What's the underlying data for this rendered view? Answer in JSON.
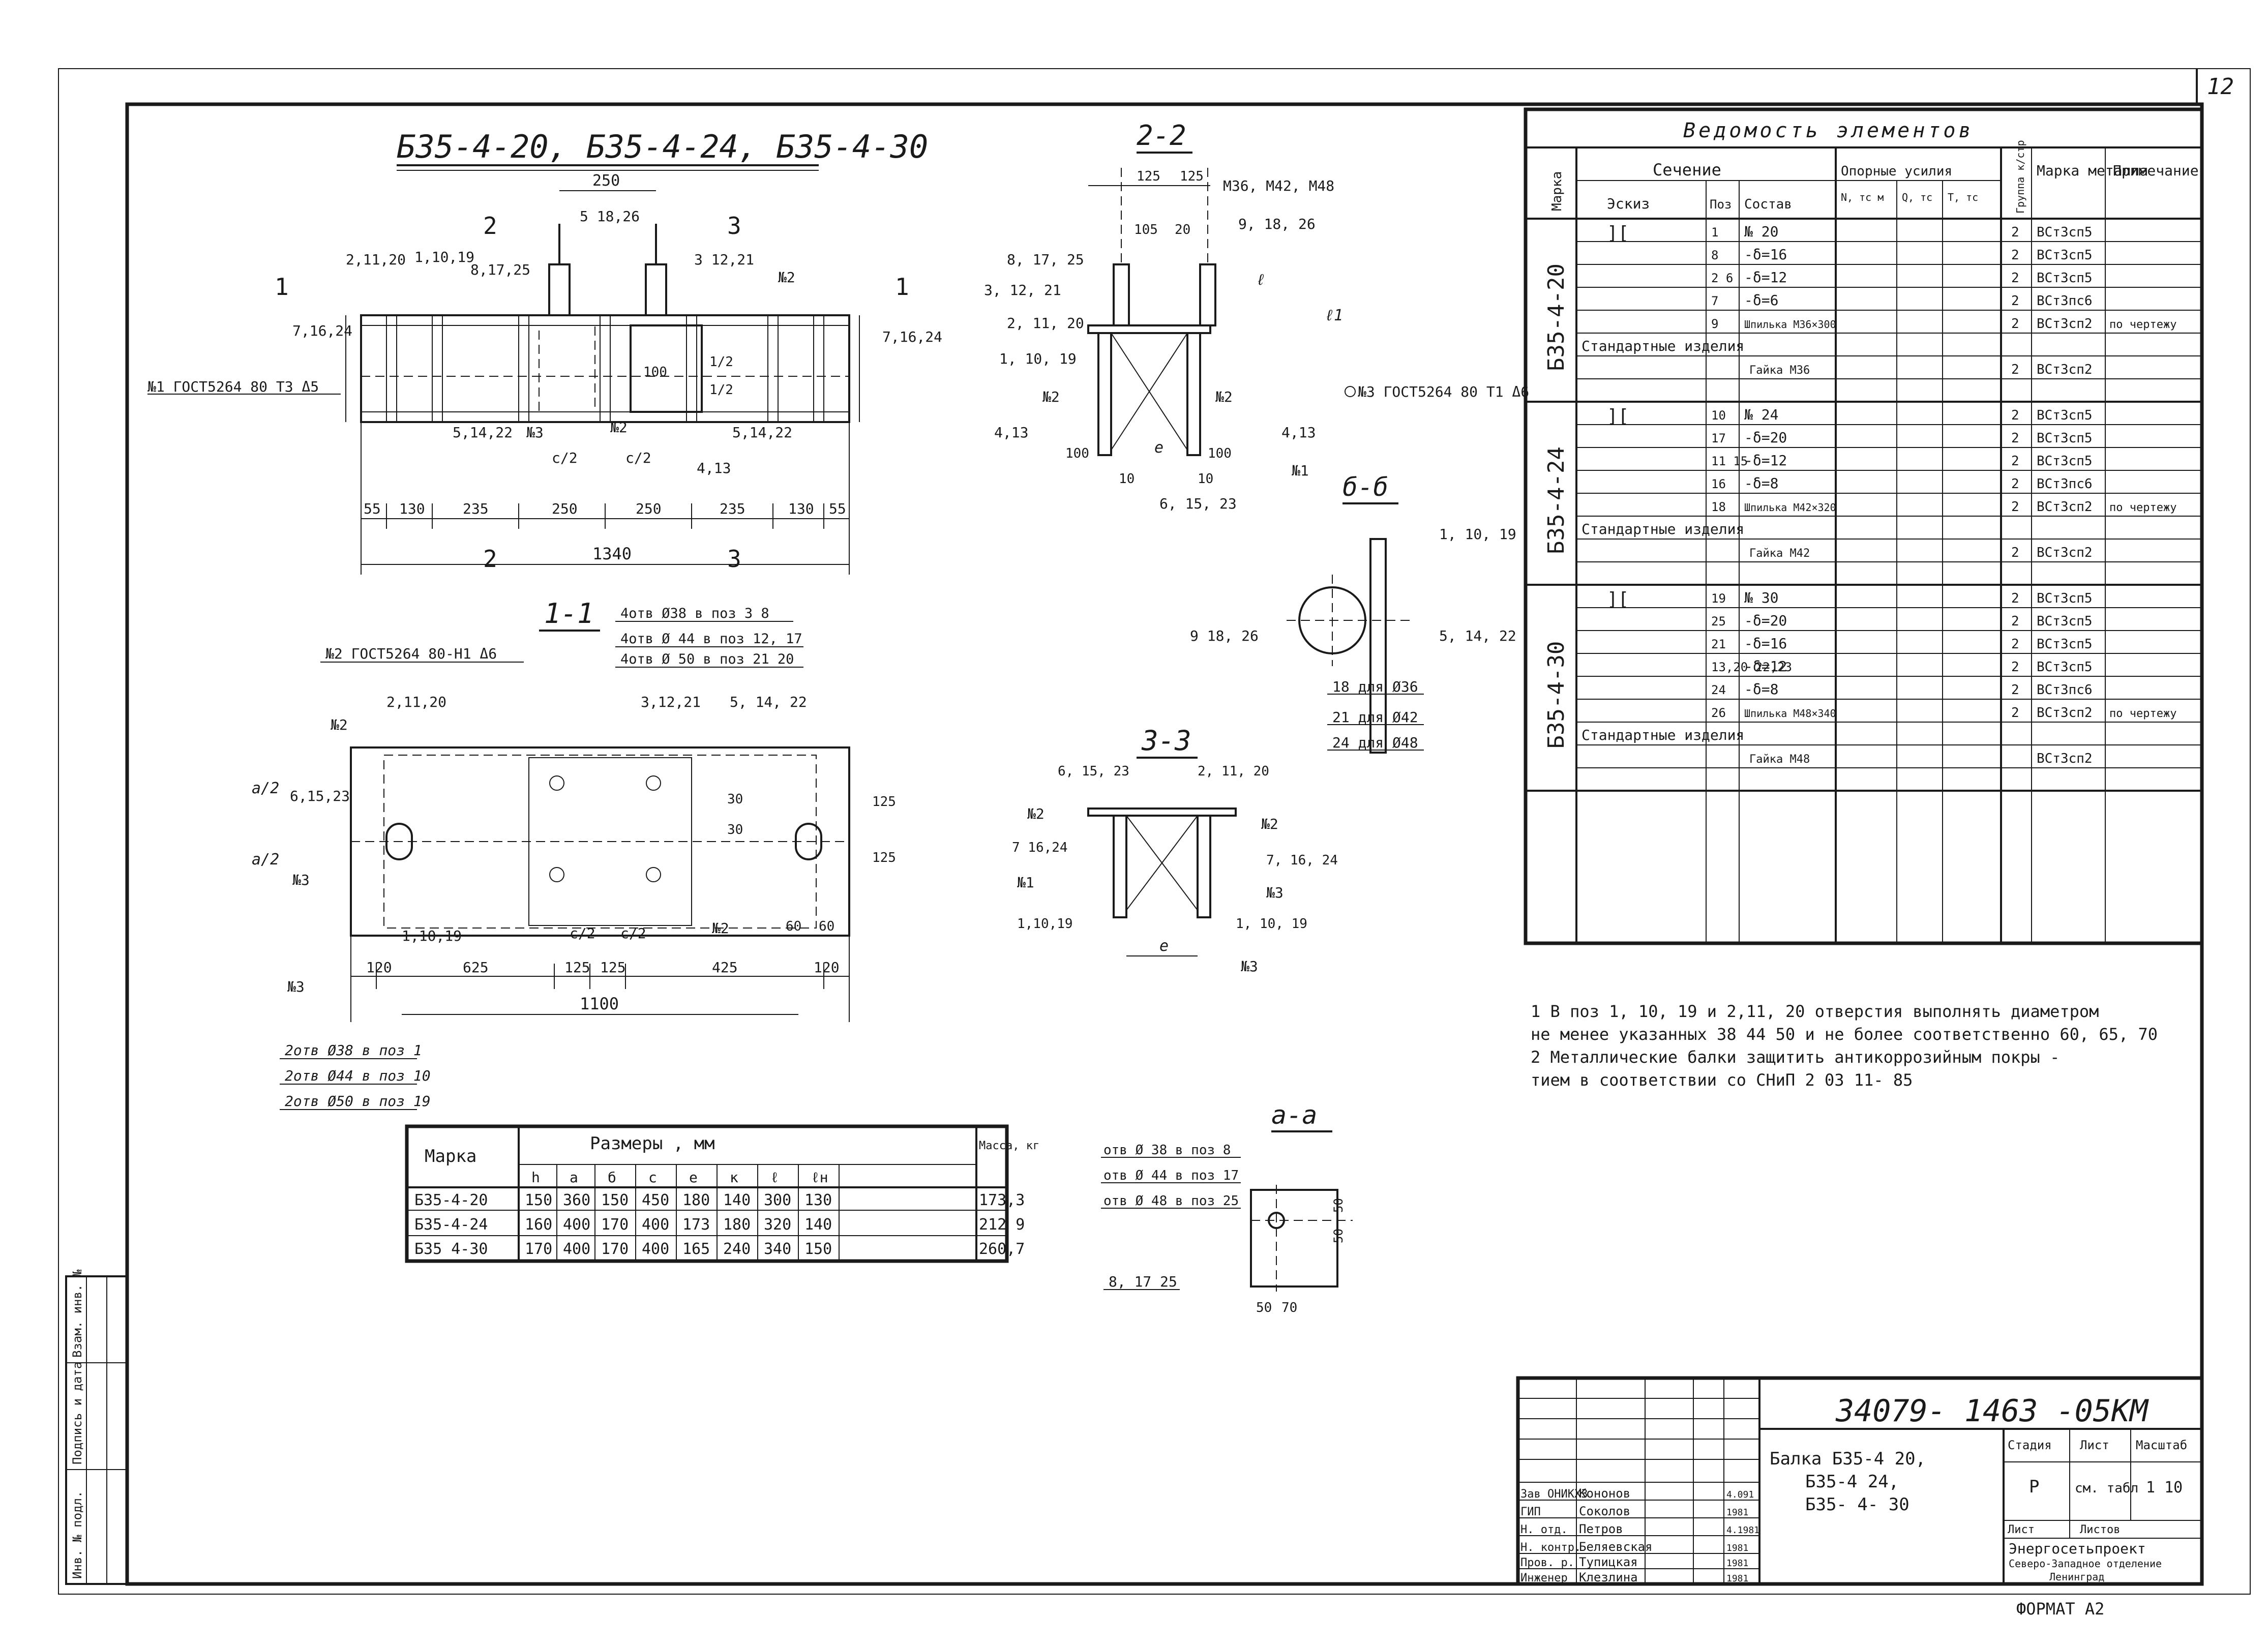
{
  "sheet": {
    "sheet_number": "12",
    "format_label": "ФОРМАТ А2"
  },
  "elevation": {
    "title": "Б35-4-20, Б35-4-24, Б35-4-30",
    "dims_bottom": [
      "55",
      "130",
      "235",
      "250",
      "250",
      "235",
      "130",
      "55"
    ],
    "total_length": "1340",
    "dim_top": "250",
    "labels": [
      "2,11,20",
      "1,10,19",
      "8,17,25",
      "5 18,26",
      "3 12,21",
      "7,16,24",
      "7,16,24",
      "5,14,22",
      "5,14,22",
      "4,13",
      "№3",
      "№2",
      "№2",
      "с/2",
      "с/2",
      "1/2",
      "1/2",
      "100"
    ],
    "weld_note_left": "№1 ГОСТ5264 80 Т3 Δ5",
    "section_marks": [
      "1",
      "1",
      "2",
      "2",
      "3",
      "3"
    ]
  },
  "section_22": {
    "title": "2-2",
    "dims": [
      "125",
      "125",
      "105",
      "20",
      "100",
      "100",
      "10",
      "10",
      "е"
    ],
    "labels": [
      "М36, М42, М48",
      "9, 18, 26",
      "8, 17, 25",
      "3, 12, 21",
      "2, 11, 20",
      "1, 10, 19",
      "№2",
      "№2",
      "№1",
      "4,13",
      "4,13",
      "6, 15, 23",
      "ℓ",
      "ℓ1"
    ],
    "weld_note": "№3 ГОСТ5264 80 Т1 Δ6"
  },
  "section_bb": {
    "title": "б-б",
    "labels": [
      "1, 10, 19",
      "9 18, 26",
      "5, 14, 22",
      "18 для Ø36",
      "21 для Ø42",
      "24 для Ø48"
    ]
  },
  "plan_11": {
    "title": "1-1",
    "notes": [
      "4отв Ø38 в поз 3 8",
      "4отв Ø 44 в поз 12, 17",
      "4отв Ø 50 в поз 21 20"
    ],
    "weld_note": "№2 ГОСТ5264 80-Н1 Δ6",
    "labels": [
      "2,11,20",
      "6,15,23",
      "3,12,21",
      "5, 14, 22",
      "№2",
      "№3",
      "№3",
      "№2",
      "1,10,19",
      "а/2",
      "а/2",
      "с/2",
      "с/2",
      "125",
      "125",
      "30",
      "30",
      "60",
      "60"
    ],
    "dims_bottom": [
      "120",
      "625",
      "125",
      "125",
      "425",
      "120"
    ],
    "total_length": "1100",
    "holes_notes": [
      "2отв Ø38 в поз 1",
      "2отв Ø44 в поз 10",
      "2отв Ø50 в поз 19"
    ]
  },
  "section_33": {
    "title": "3-3",
    "labels": [
      "6, 15, 23",
      "2, 11, 20",
      "№2",
      "№2",
      "7 16,24",
      "7, 16, 24",
      "№1",
      "№3",
      "1,10,19",
      "1, 10, 19",
      "№3",
      "е"
    ]
  },
  "section_aa": {
    "title": "а-а",
    "notes": [
      "отв Ø 38 в поз 8",
      "отв Ø 44 в поз 17",
      "отв Ø 48 в поз 25"
    ],
    "labels": [
      "8, 17 25",
      "50",
      "50",
      "50",
      "70"
    ]
  },
  "sizes_table": {
    "header_marka": "Марка",
    "header_sizes": "Размеры , мм",
    "header_mass": "Масса, кг",
    "cols": [
      "h",
      "а",
      "б",
      "с",
      "е",
      "к",
      "ℓ",
      "ℓн"
    ],
    "rows": [
      {
        "mark": "Б35-4-20",
        "values": [
          "150",
          "360",
          "150",
          "450",
          "180",
          "140",
          "300",
          "130"
        ],
        "mass": "173,3"
      },
      {
        "mark": "Б35-4-24",
        "values": [
          "160",
          "400",
          "170",
          "400",
          "173",
          "180",
          "320",
          "140"
        ],
        "mass": "212 9"
      },
      {
        "mark": "Б35 4-30",
        "values": [
          "170",
          "400",
          "170",
          "400",
          "165",
          "240",
          "340",
          "150"
        ],
        "mass": "260,7"
      }
    ]
  },
  "schedule": {
    "title": "Ведомость элементов",
    "headers": {
      "marka": "Марка",
      "section": "Сечение",
      "sketch": "Эскиз",
      "pos": "Поз",
      "composition": "Состав",
      "forces": "Опорные усилия",
      "n": "N, тс м",
      "q": "Q, тс",
      "t": "Т, тс",
      "group": "Группа к/стр",
      "metal": "Марка металла",
      "note": "Примечание"
    },
    "groups": [
      {
        "mark": "Б35-4-20",
        "sketch": "][",
        "rows": [
          {
            "pos": "1",
            "comp": "№ 20",
            "grp": "2",
            "metal": "ВСт3сп5",
            "note": ""
          },
          {
            "pos": "8",
            "comp": "-δ=16",
            "grp": "2",
            "metal": "ВСт3сп5",
            "note": ""
          },
          {
            "pos": "2 6",
            "comp": "-δ=12",
            "grp": "2",
            "metal": "ВСт3сп5",
            "note": ""
          },
          {
            "pos": "7",
            "comp": "-δ=6",
            "grp": "2",
            "metal": "ВСт3пс6",
            "note": ""
          },
          {
            "pos": "9",
            "comp": "Шпилька М36×300",
            "grp": "2",
            "metal": "ВСт3сп2",
            "note": "по чертежу"
          }
        ],
        "std_label": "Стандартные изделия",
        "std_rows": [
          {
            "pos": "",
            "comp": "Гайка М36",
            "grp": "2",
            "metal": "ВСт3сп2",
            "note": ""
          }
        ]
      },
      {
        "mark": "Б35-4-24",
        "sketch": "][",
        "rows": [
          {
            "pos": "10",
            "comp": "№ 24",
            "grp": "2",
            "metal": "ВСт3сп5",
            "note": ""
          },
          {
            "pos": "17",
            "comp": "-δ=20",
            "grp": "2",
            "metal": "ВСт3сп5",
            "note": ""
          },
          {
            "pos": "11 15",
            "comp": "-δ=12",
            "grp": "2",
            "metal": "ВСт3сп5",
            "note": ""
          },
          {
            "pos": "16",
            "comp": "-δ=8",
            "grp": "2",
            "metal": "ВСт3пс6",
            "note": ""
          },
          {
            "pos": "18",
            "comp": "Шпилька М42×320",
            "grp": "2",
            "metal": "ВСт3сп2",
            "note": "по чертежу"
          }
        ],
        "std_label": "Стандартные изделия",
        "std_rows": [
          {
            "pos": "",
            "comp": "Гайка М42",
            "grp": "2",
            "metal": "ВСт3сп2",
            "note": ""
          }
        ]
      },
      {
        "mark": "Б35-4-30",
        "sketch": "][",
        "rows": [
          {
            "pos": "19",
            "comp": "№ 30",
            "grp": "2",
            "metal": "ВСт3сп5",
            "note": ""
          },
          {
            "pos": "25",
            "comp": "-δ=20",
            "grp": "2",
            "metal": "ВСт3сп5",
            "note": ""
          },
          {
            "pos": "21",
            "comp": "-δ=16",
            "grp": "2",
            "metal": "ВСт3сп5",
            "note": ""
          },
          {
            "pos": "13,20 22,23",
            "comp": "-δ=12",
            "grp": "2",
            "metal": "ВСт3сп5",
            "note": ""
          },
          {
            "pos": "24",
            "comp": "-δ=8",
            "grp": "2",
            "metal": "ВСт3пс6",
            "note": ""
          },
          {
            "pos": "26",
            "comp": "Шпилька М48×340",
            "grp": "2",
            "metal": "ВСт3сп2",
            "note": "по чертежу"
          }
        ],
        "std_label": "Стандартные изделия",
        "std_rows": [
          {
            "pos": "",
            "comp": "Гайка М48",
            "grp": "",
            "metal": "ВСт3сп2",
            "note": ""
          }
        ]
      }
    ]
  },
  "notes": {
    "line1": "1 В поз 1, 10, 19 и 2,11, 20 отверстия выполнять диаметром",
    "line2": "не менее указанных 38 44 50 и не более соответственно 60, 65, 70",
    "line3": "2 Металлические балки защитить антикоррозийным покры -",
    "line4": "тием в соответствии со СНиП 2 03 11- 85"
  },
  "title_block": {
    "code": "34079- 1463 -05КМ",
    "name_l1": "Балка Б35-4 20,",
    "name_l2": "Б35-4 24,",
    "name_l3": "Б35- 4- 30",
    "stage_h": "Стадия",
    "sheet_h": "Лист",
    "scale_h": "Масштаб",
    "stage_v": "Р",
    "sheet_v": "см. табл",
    "scale_v": "1 10",
    "list_label": "Лист",
    "lists_label": "Листов",
    "org_l1": "Энергосетьпроект",
    "org_l2": "Северо-Западное отделение",
    "org_l3": "Ленинград",
    "roles": [
      "Зав ОНИКХЗ",
      "ГИП",
      "Н. отд.",
      "Н. контр.",
      "Пров. р.",
      "Инженер"
    ],
    "names": [
      "Кононов",
      "Соколов",
      "Петров",
      "Беляевская",
      "Тупицкая",
      "Клезлина"
    ],
    "dates": [
      "4.091",
      "1981",
      "4.1981",
      "1981",
      "1981",
      "1981"
    ]
  },
  "side_stamp": {
    "c1": "Инв. № подл.",
    "c2": "Подпись и дата",
    "c3": "Взам. инв. №"
  }
}
